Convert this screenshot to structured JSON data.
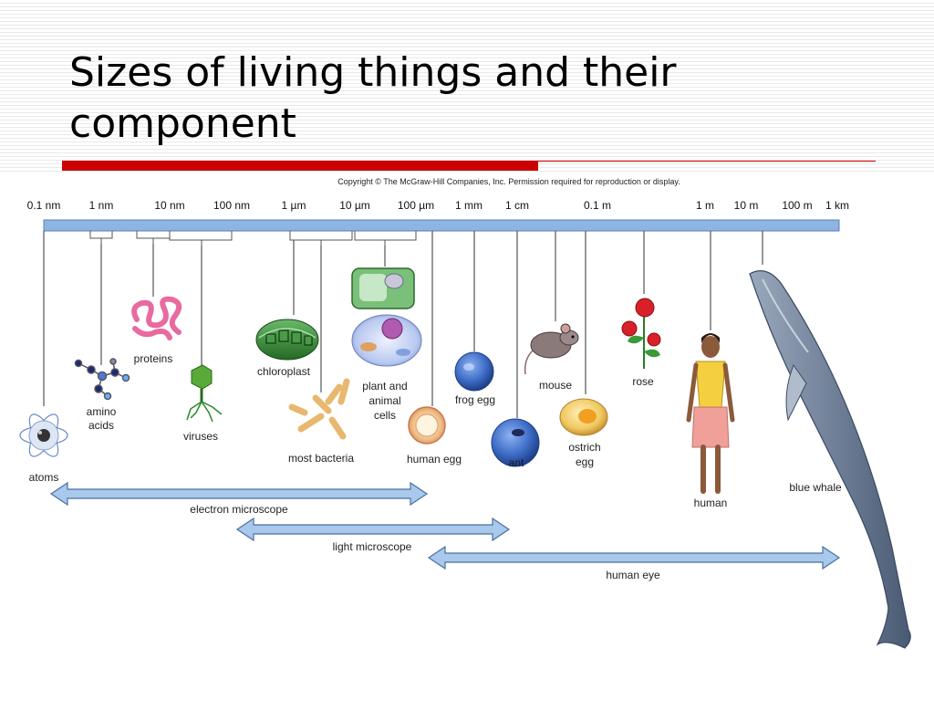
{
  "slide": {
    "title": "Sizes of living things and their component",
    "accent_color": "#cc0000"
  },
  "figure": {
    "copyright": "Copyright © The McGraw-Hill Companies, Inc. Permission required for reproduction or display.",
    "scale_labels": [
      "0.1 nm",
      "1 nm",
      "10 nm",
      "100 nm",
      "1 µm",
      "10 µm",
      "100 µm",
      "1 mm",
      "1 cm",
      "0.1 m",
      "1 m",
      "10 m",
      "100 m",
      "1 km"
    ],
    "organisms": {
      "atoms": "atoms",
      "amino_acids_1": "amino",
      "amino_acids_2": "acids",
      "proteins": "proteins",
      "viruses": "viruses",
      "chloroplast": "chloroplast",
      "most_bacteria": "most bacteria",
      "cells_1": "plant and",
      "cells_2": "animal",
      "cells_3": "cells",
      "human_egg": "human egg",
      "frog_egg": "frog egg",
      "ant": "ant",
      "mouse": "mouse",
      "ostrich_egg_1": "ostrich",
      "ostrich_egg_2": "egg",
      "rose": "rose",
      "human": "human",
      "blue_whale": "blue whale"
    },
    "ranges": {
      "electron_microscope": "electron microscope",
      "light_microscope": "light microscope",
      "human_eye": "human eye"
    },
    "colors": {
      "scale_bar": "#8db4e2",
      "arrow": "#a8c8ec",
      "egg_blue": "#3f6fc8",
      "protein_pink": "#e86aa0",
      "chloroplast_green": "#3a8a3a",
      "bacteria_tan": "#e8b870",
      "whale_blue": "#6f7f96"
    }
  }
}
